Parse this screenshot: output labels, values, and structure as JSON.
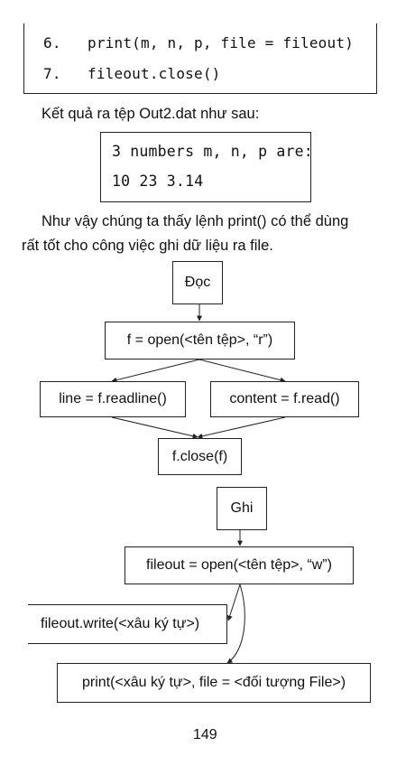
{
  "code_block": {
    "lines": [
      {
        "num": "6.",
        "code": "print(m, n, p, file = fileout)"
      },
      {
        "num": "7.",
        "code": "fileout.close()"
      }
    ]
  },
  "result_intro": "Kết quả ra tệp Out2.dat như sau:",
  "output_block": {
    "lines": [
      "3 numbers m, n, p are:",
      "10 23 3.14"
    ]
  },
  "paragraph": {
    "line1": "Như vậy chúng ta thấy lệnh print() có thể dùng",
    "line2": "rất tốt cho công việc ghi dữ liệu ra file."
  },
  "diagram_read": {
    "start": "Đọc",
    "open": "f = open(<tên tệp>, “r”)",
    "readline": "line = f.readline()",
    "read": "content = f.read()",
    "close": "f.close(f)"
  },
  "diagram_write": {
    "start": "Ghi",
    "open": "fileout = open(<tên tệp>, “w”)",
    "write": "fileout.write(<xâu ký tự>)",
    "print": "print(<xâu ký tự>, file = <đối tượng File>)"
  },
  "page_number": "149"
}
